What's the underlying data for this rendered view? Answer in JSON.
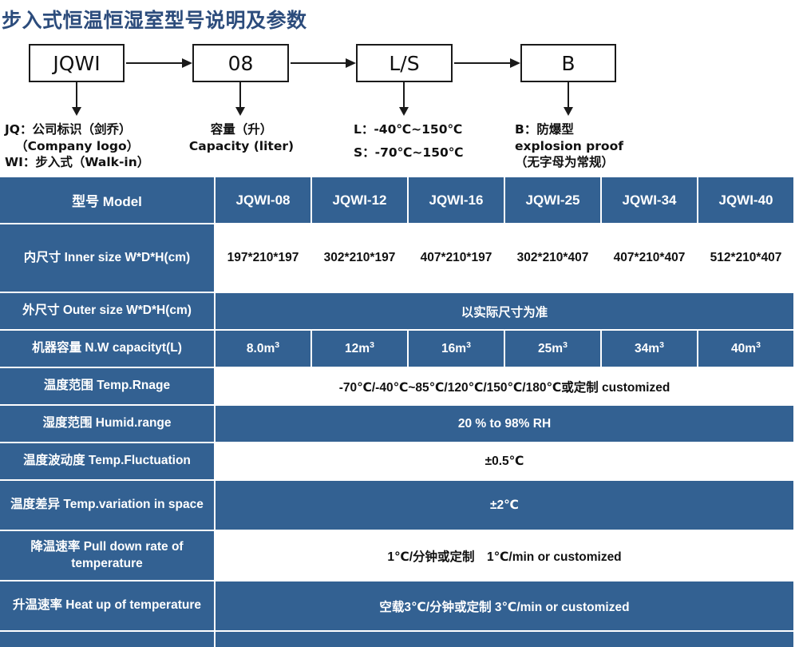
{
  "title": "步入式恒温恒湿室型号说明及参数",
  "diagram": {
    "boxes": [
      {
        "label": "JQWI"
      },
      {
        "label": "08"
      },
      {
        "label": "L/S"
      },
      {
        "label": "B"
      }
    ],
    "captions": [
      {
        "lines": [
          "JQ：公司标识（剑乔）",
          "（Company logo）",
          "WI：步入式（Walk-in）"
        ]
      },
      {
        "lines": [
          "容量（升）",
          "Capacity (liter)"
        ]
      },
      {
        "lines": [
          "L：-40℃~150℃",
          "S：-70℃~150℃"
        ]
      },
      {
        "lines": [
          "B：防爆型",
          "explosion proof",
          "（无字母为常规）"
        ]
      }
    ]
  },
  "table": {
    "model_header_label": "型号 Model",
    "models": [
      "JQWI-08",
      "JQWI-12",
      "JQWI-16",
      "JQWI-25",
      "JQWI-34",
      "JQWI-40"
    ],
    "rows": [
      {
        "label": "内尺寸 Inner size W*D*H(cm)",
        "label_style": "blue",
        "value_style": "white",
        "merged": false,
        "values": [
          "197*210*197",
          "302*210*197",
          "407*210*197",
          "302*210*407",
          "407*210*407",
          "512*210*407"
        ]
      },
      {
        "label": "外尺寸 Outer size W*D*H(cm)",
        "label_style": "blue",
        "value_style": "blue",
        "merged": true,
        "merged_value": "以实际尺寸为准"
      },
      {
        "label": "机器容量 N.W capacityt(L)",
        "label_style": "blue",
        "value_style": "blue",
        "merged": false,
        "values": [
          "8.0m³",
          "12m³",
          "16m³",
          "25m³",
          "34m³",
          "40m³"
        ]
      },
      {
        "label": "温度范围 Temp.Rnage",
        "label_style": "blue",
        "value_style": "white",
        "merged": true,
        "merged_value": "-70℃/-40℃~85℃/120℃/150℃/180℃或定制 customized"
      },
      {
        "label": "湿度范围 Humid.range",
        "label_style": "blue",
        "value_style": "blue",
        "merged": true,
        "merged_value": "20 % to 98% RH"
      },
      {
        "label": "温度波动度 Temp.Fluctuation",
        "label_style": "blue",
        "value_style": "white",
        "merged": true,
        "merged_value": "±0.5℃"
      },
      {
        "label": "温度差异 Temp.variation in space",
        "label_style": "blue",
        "value_style": "blue",
        "merged": true,
        "merged_value": "±2℃"
      },
      {
        "label": "降温速率 Pull down rate of temperature",
        "label_style": "blue",
        "value_style": "white",
        "merged": true,
        "merged_value": "1℃/分钟或定制　1℃/min or customized"
      },
      {
        "label": "升温速率 Heat up of temperature",
        "label_style": "blue",
        "value_style": "blue",
        "merged": true,
        "merged_value": "空载3℃/分钟或定制 3℃/min or customized"
      },
      {
        "label": "",
        "label_style": "blue",
        "value_style": "blue",
        "merged": true,
        "merged_value": ""
      }
    ]
  },
  "colors": {
    "table_blue": "#336192",
    "title_navy": "#2c4c7c",
    "cell_white": "#ffffff",
    "line_black": "#1a1a1a"
  }
}
